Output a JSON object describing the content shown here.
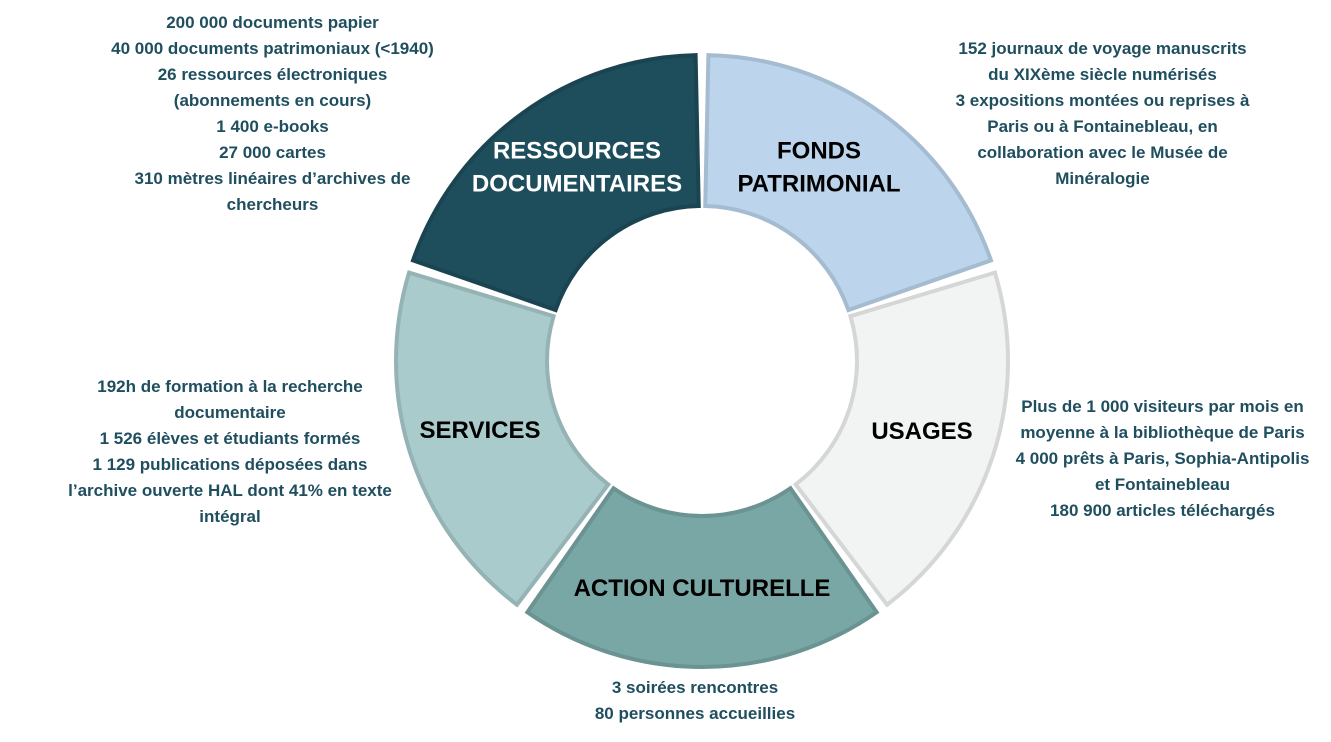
{
  "segments": [
    {
      "id": "ressources",
      "label_lines": [
        "RESSOURCES",
        "DOCUMENTAIRES"
      ],
      "start": -72,
      "end": 0,
      "fill": "#1e4d5c",
      "text_color": "#ffffff",
      "details": [
        "200 000 documents papier",
        "40 000 documents patrimoniaux (<1940)",
        "26 ressources électroniques",
        "(abonnements en cours)",
        "1 400 e-books",
        "27 000 cartes",
        "310 mètres linéaires d’archives de",
        "chercheurs"
      ]
    },
    {
      "id": "fonds",
      "label_lines": [
        "FONDS",
        "PATRIMONIAL"
      ],
      "start": 0,
      "end": 72,
      "fill": "#bcd5ec",
      "text_color": "#000000",
      "details": [
        "152 journaux de voyage manuscrits",
        "du XIXème siècle numérisés",
        "3 expositions montées ou reprises à",
        "Paris ou à Fontainebleau, en",
        "collaboration avec le Musée de",
        "Minéralogie"
      ]
    },
    {
      "id": "usages",
      "label_lines": [
        "USAGES"
      ],
      "start": 72,
      "end": 144,
      "fill": "#f2f3f3",
      "text_color": "#000000",
      "details": [
        "Plus de 1 000 visiteurs par mois en",
        "moyenne à la bibliothèque de Paris",
        "4 000 prêts à Paris, Sophia-Antipolis",
        "et Fontainebleau",
        "180 900 articles téléchargés"
      ]
    },
    {
      "id": "action",
      "label_lines": [
        "ACTION CULTURELLE"
      ],
      "start": 144,
      "end": 216,
      "fill": "#78a7a5",
      "text_color": "#000000",
      "details": [
        "3 soirées rencontres",
        "80 personnes accueillies"
      ]
    },
    {
      "id": "services",
      "label_lines": [
        "SERVICES"
      ],
      "start": 216,
      "end": 288,
      "fill": "#a9cbcc",
      "text_color": "#000000",
      "details": [
        "192h de formation à la recherche",
        "documentaire",
        "1 526 élèves et étudiants formés",
        "1 129 publications déposées dans",
        "l’archive ouverte HAL dont 41% en texte",
        "intégral"
      ]
    }
  ]
}
